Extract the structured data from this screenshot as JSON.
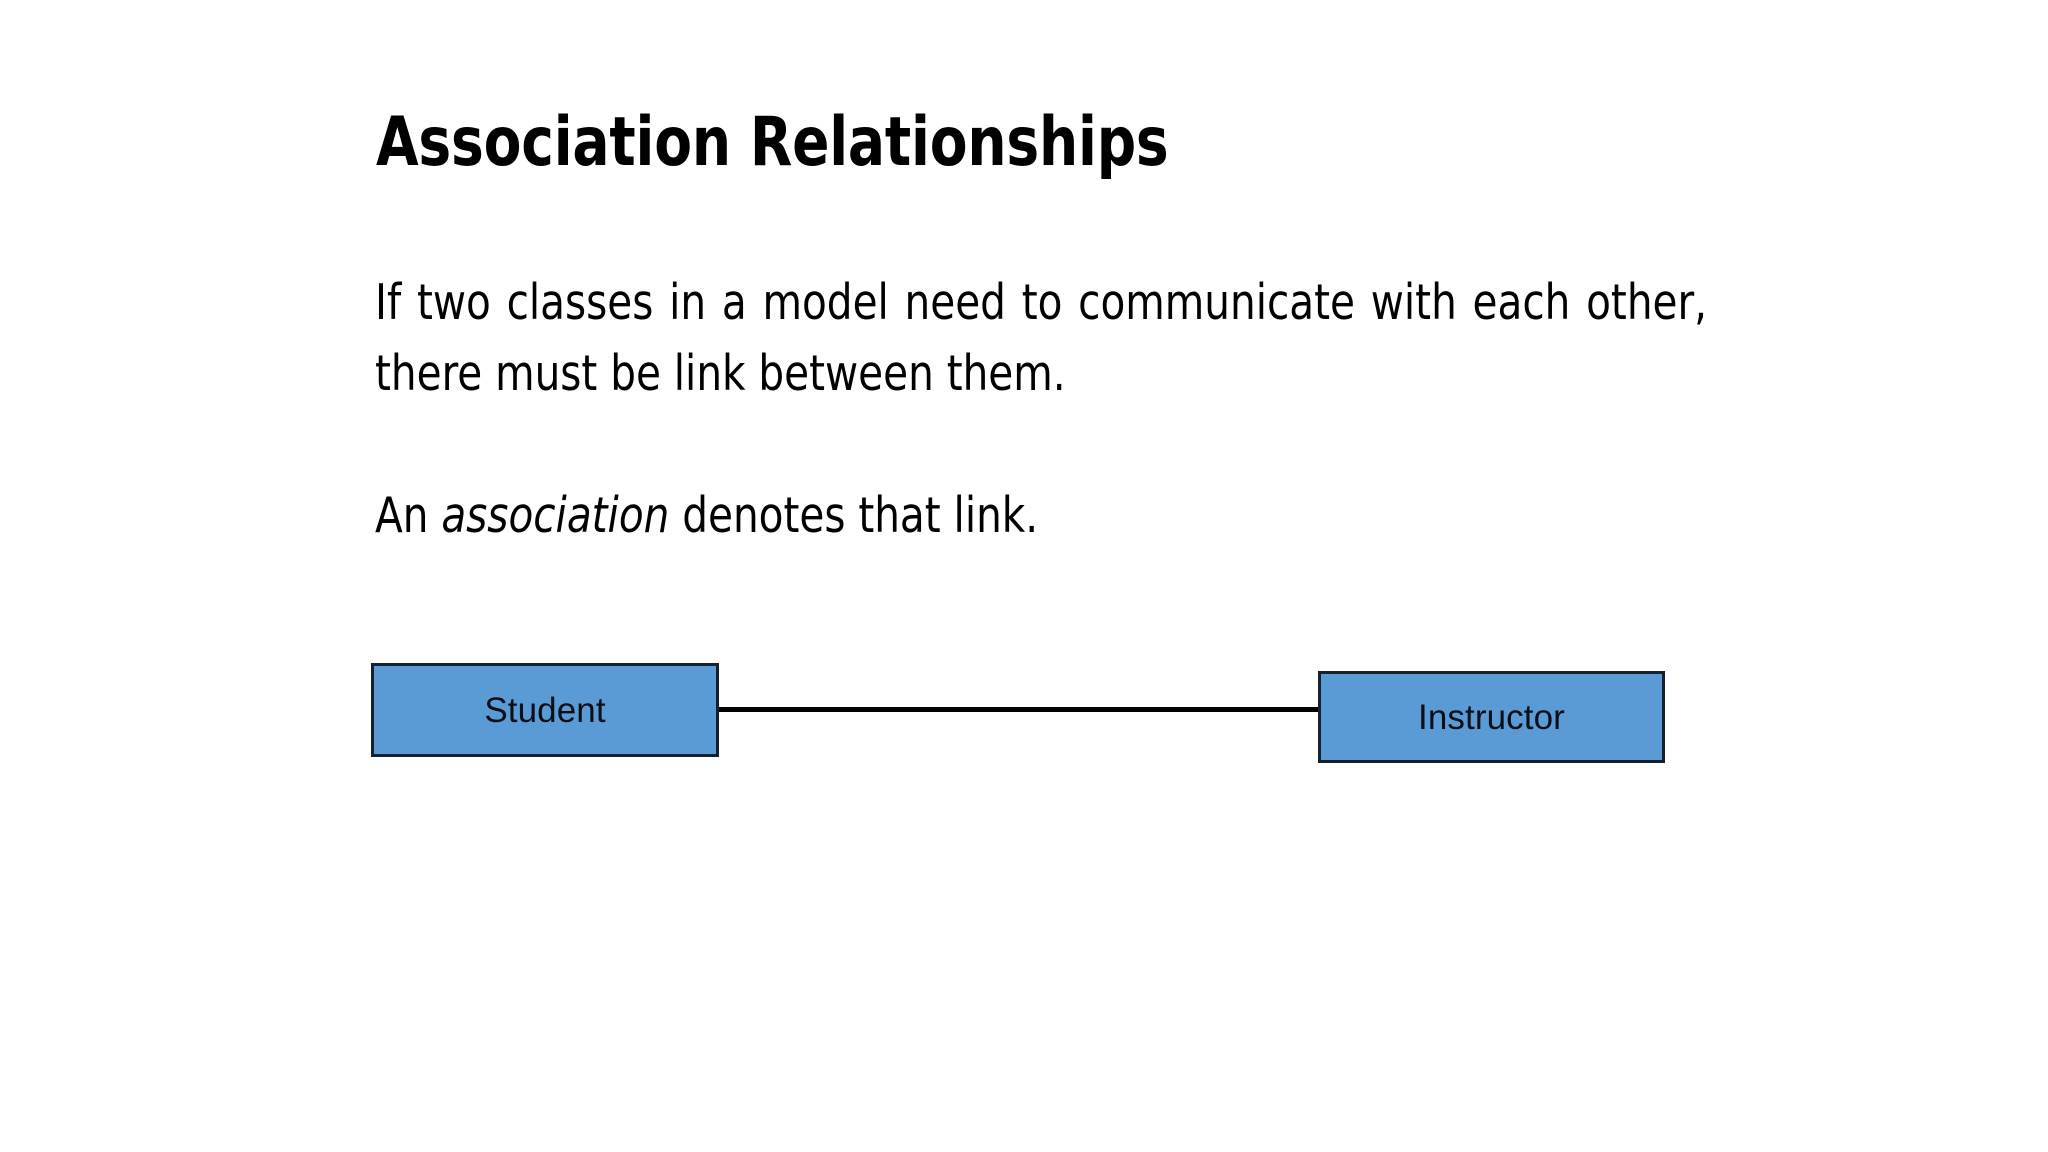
{
  "slide": {
    "title": "Association Relationships",
    "background_color": "#FFFFFF",
    "paragraphs": [
      "If two classes in a model need to communicate with each other, there must be link between them."
    ],
    "association_sentence": {
      "before": "An ",
      "emphasis": "association",
      "after": " denotes that link."
    }
  },
  "diagram": {
    "type": "uml-class-association",
    "fill_color": "#5B9BD5",
    "border_color": "#16212E",
    "line_color": "#000000",
    "nodes": [
      {
        "id": "student",
        "label": "Student"
      },
      {
        "id": "instructor",
        "label": "Instructor"
      }
    ],
    "connector": {
      "label": "",
      "from": "student",
      "to": "instructor",
      "style": "solid"
    }
  }
}
